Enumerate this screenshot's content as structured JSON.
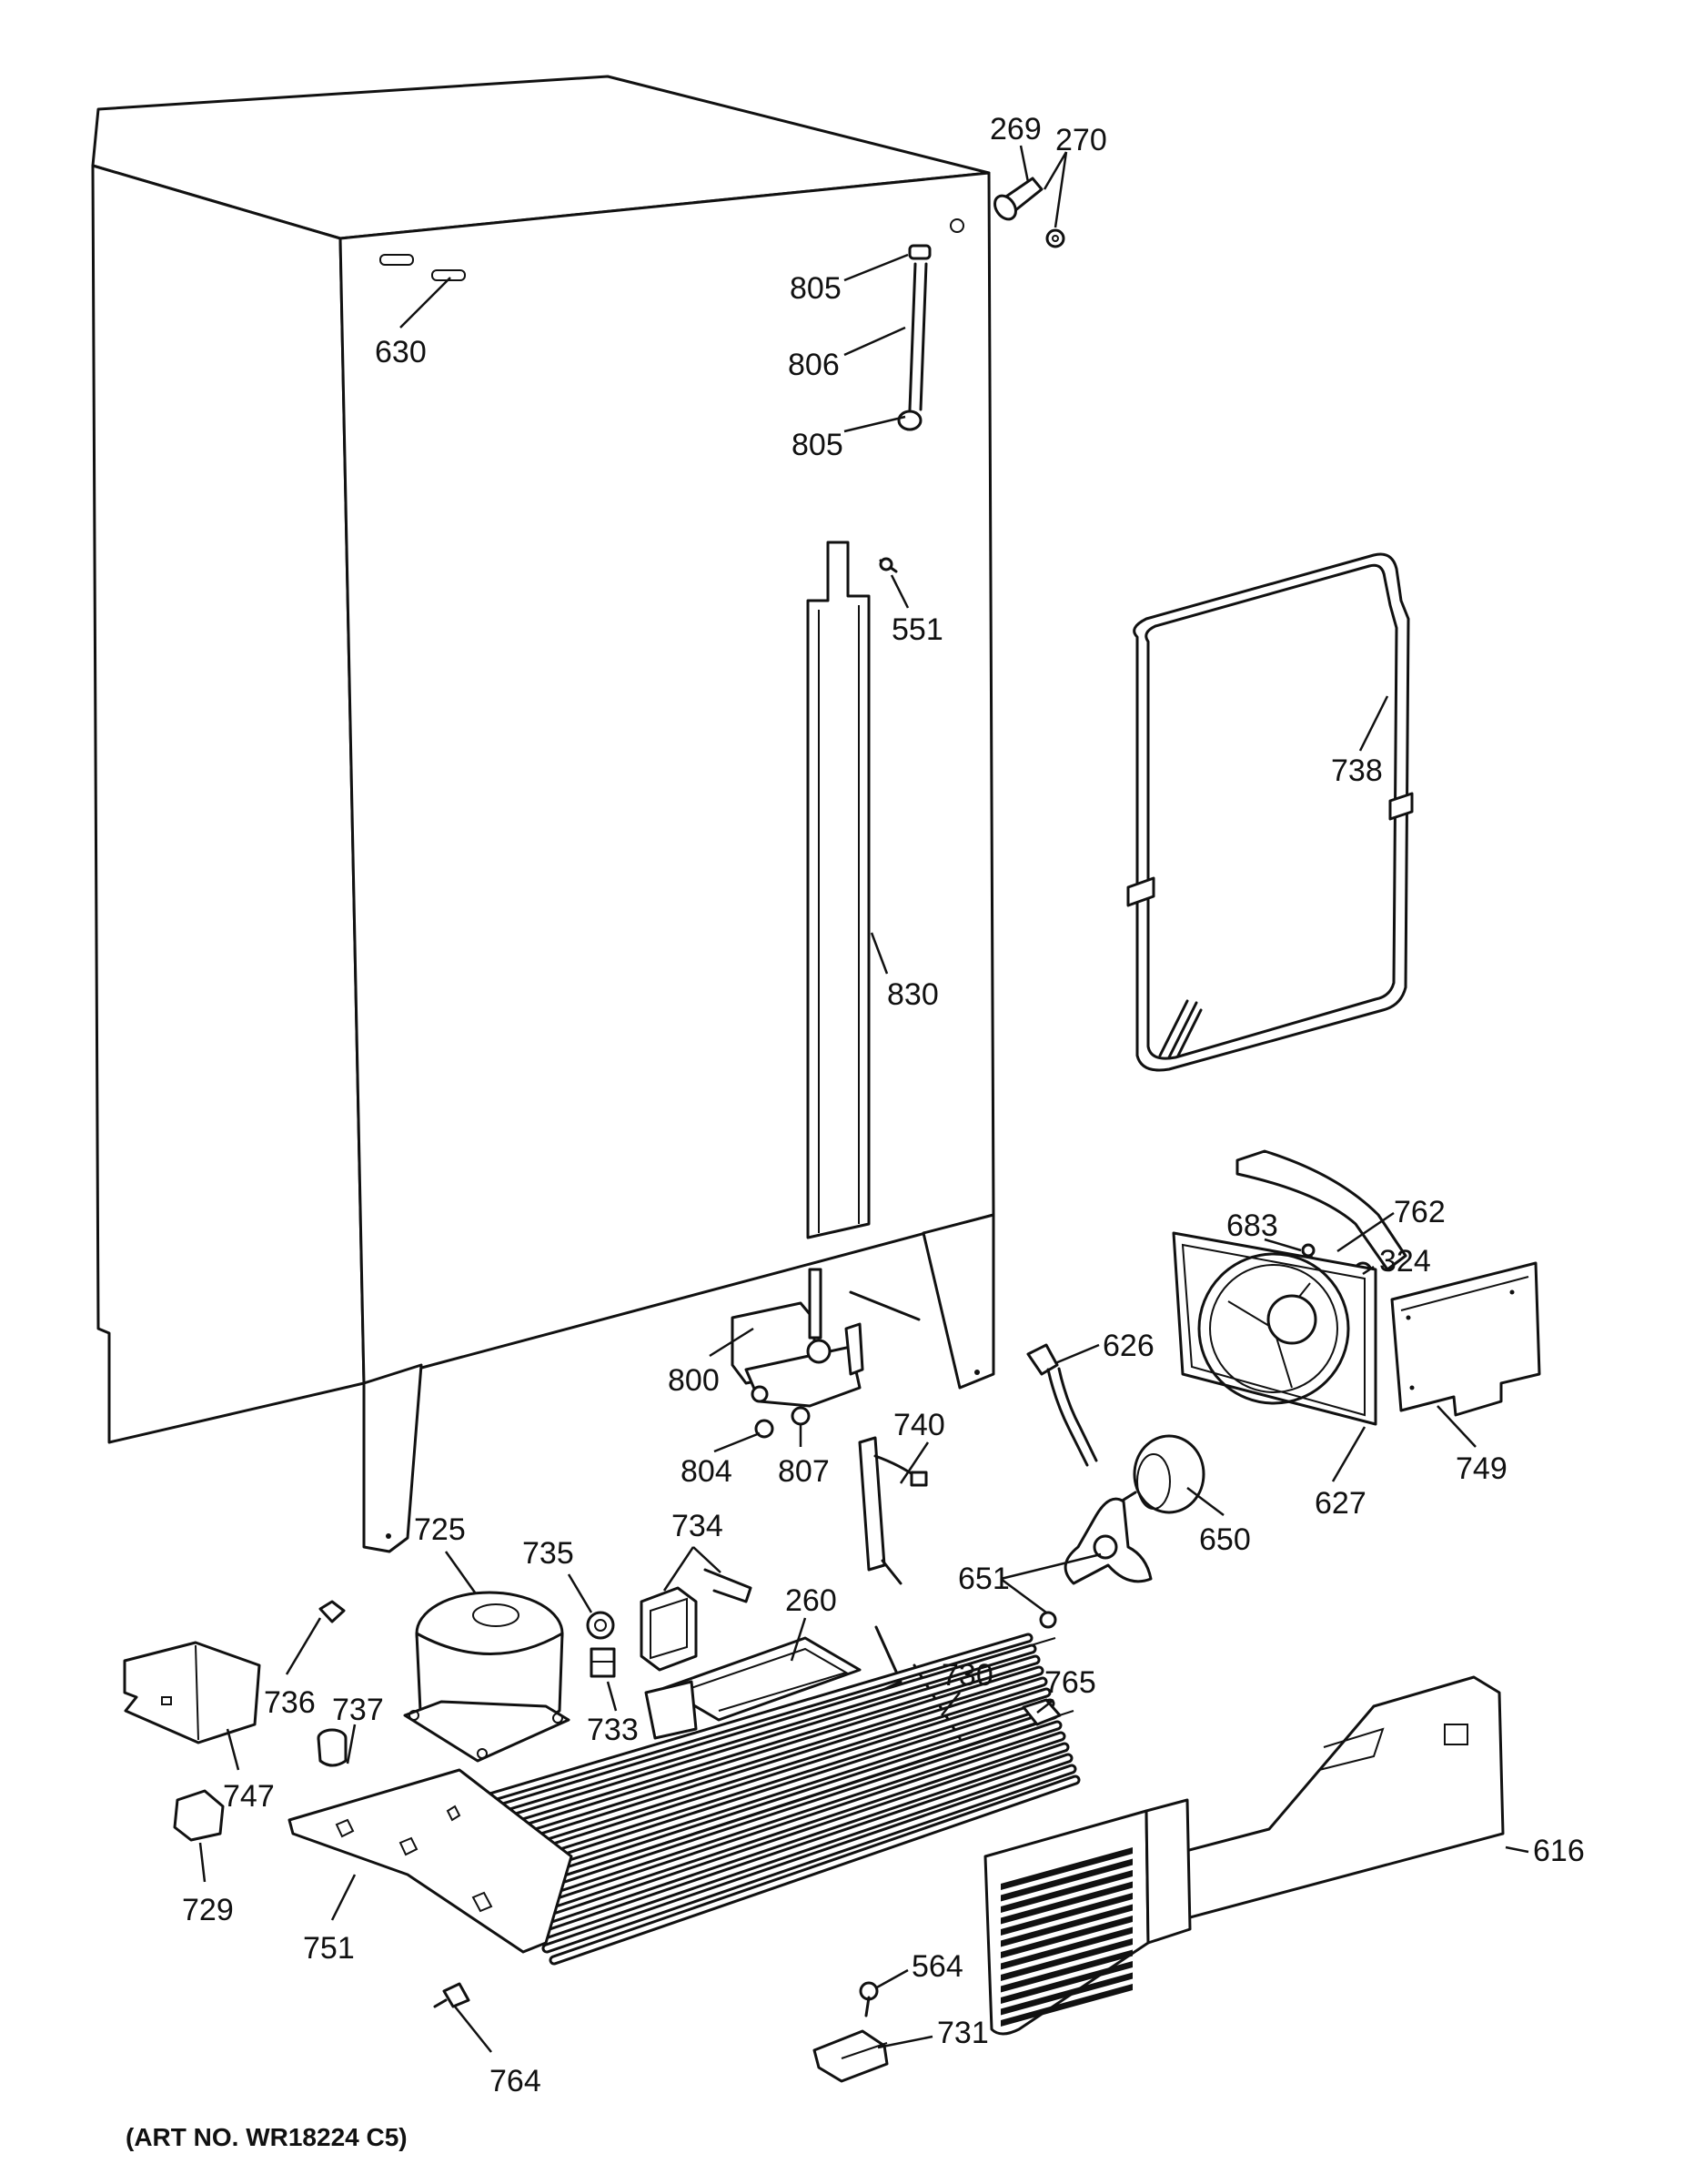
{
  "figure": {
    "art_number": "(ART NO. WR18224 C5)"
  },
  "parts": [
    {
      "id": "p269",
      "label": "269"
    },
    {
      "id": "p270",
      "label": "270"
    },
    {
      "id": "p630",
      "label": "630"
    },
    {
      "id": "p805a",
      "label": "805"
    },
    {
      "id": "p806",
      "label": "806"
    },
    {
      "id": "p805b",
      "label": "805"
    },
    {
      "id": "p551",
      "label": "551"
    },
    {
      "id": "p738",
      "label": "738"
    },
    {
      "id": "p830",
      "label": "830"
    },
    {
      "id": "p762",
      "label": "762"
    },
    {
      "id": "p683",
      "label": "683"
    },
    {
      "id": "p324",
      "label": "324"
    },
    {
      "id": "p626",
      "label": "626"
    },
    {
      "id": "p800",
      "label": "800"
    },
    {
      "id": "p740",
      "label": "740"
    },
    {
      "id": "p804",
      "label": "804"
    },
    {
      "id": "p807",
      "label": "807"
    },
    {
      "id": "p627",
      "label": "627"
    },
    {
      "id": "p749",
      "label": "749"
    },
    {
      "id": "p650",
      "label": "650"
    },
    {
      "id": "p725",
      "label": "725"
    },
    {
      "id": "p735",
      "label": "735"
    },
    {
      "id": "p734",
      "label": "734"
    },
    {
      "id": "p651",
      "label": "651"
    },
    {
      "id": "p260",
      "label": "260"
    },
    {
      "id": "p730",
      "label": "730"
    },
    {
      "id": "p765",
      "label": "765"
    },
    {
      "id": "p736",
      "label": "736"
    },
    {
      "id": "p737",
      "label": "737"
    },
    {
      "id": "p733",
      "label": "733"
    },
    {
      "id": "p747",
      "label": "747"
    },
    {
      "id": "p616",
      "label": "616"
    },
    {
      "id": "p729",
      "label": "729"
    },
    {
      "id": "p751",
      "label": "751"
    },
    {
      "id": "p564",
      "label": "564"
    },
    {
      "id": "p731",
      "label": "731"
    },
    {
      "id": "p764",
      "label": "764"
    }
  ]
}
